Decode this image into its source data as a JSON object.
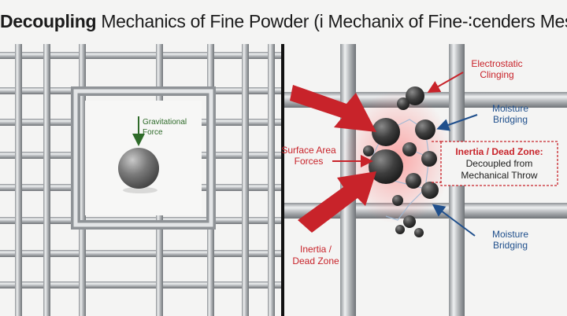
{
  "title": {
    "bold": "Decoupling",
    "rest": " Mechanics of Fine Powder (і Mechanix of Fine-∶cenders Mesh"
  },
  "left_panel": {
    "gravity_label_1": "Gravitational",
    "gravity_label_2": "Force"
  },
  "right_panel": {
    "electrostatic_1": "Electrostatic",
    "electrostatic_2": "Clinging",
    "moisture_top_1": "Moisture",
    "moisture_top_2": "Bridging",
    "surface_1": "Surface Area",
    "surface_2": "Forces",
    "deadzone_box_1": "Inertia / Dead Zone:",
    "deadzone_box_2": "Decoupled from",
    "deadzone_box_3": "Mechanical Throw",
    "inertia_1": "Inertia /",
    "inertia_2": "Dead Zone",
    "moisture_bot_1": "Moisture",
    "moisture_bot_2": "Bridging"
  },
  "colors": {
    "red": "#c8232a",
    "blue": "#1f4f8c",
    "green": "#2f6b2a",
    "wire": "#b9bcbf",
    "divider": "#111111"
  }
}
